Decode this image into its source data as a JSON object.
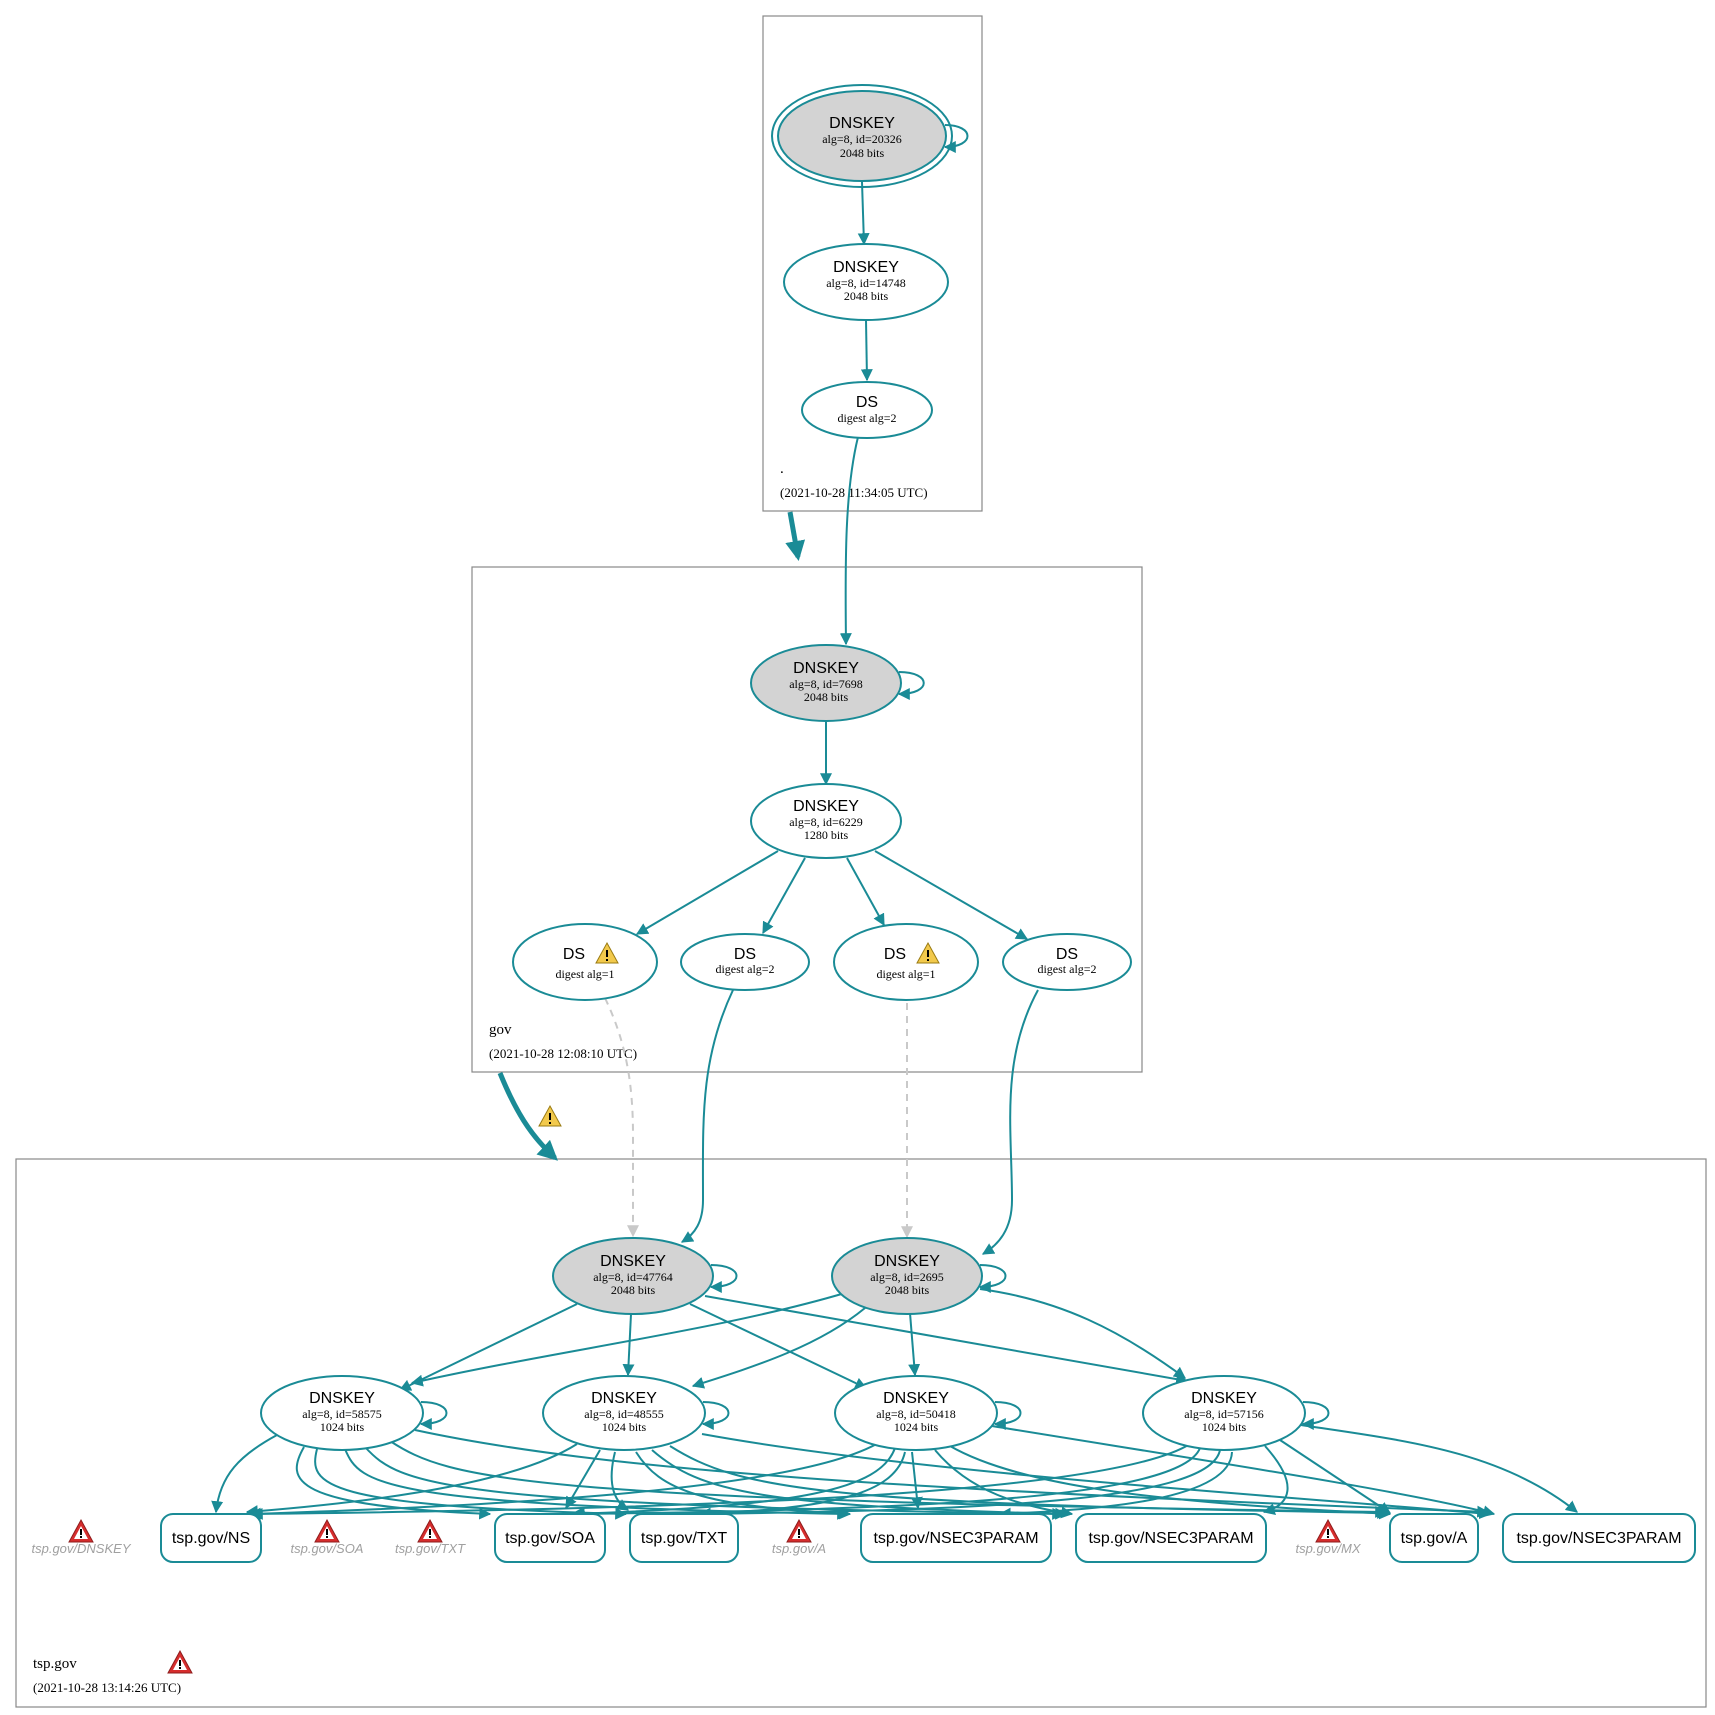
{
  "colors": {
    "edge": "#1a8b96",
    "ksk_fill": "#d3d3d3",
    "node_fill": "#ffffff",
    "insecure_edge": "#c9c9c9",
    "warning": "#f2c94c",
    "error": "#d62d2d"
  },
  "zones": [
    {
      "name": ".",
      "timestamp": "(2021-10-28 11:34:05 UTC)"
    },
    {
      "name": "gov",
      "timestamp": "(2021-10-28 12:08:10 UTC)"
    },
    {
      "name": "tsp.gov",
      "timestamp": "(2021-10-28 13:14:26 UTC)",
      "status_icon": "error-icon"
    }
  ],
  "delegations": [
    {
      "from": ".",
      "to": "gov"
    },
    {
      "from": "gov",
      "to": "tsp.gov",
      "status_icon": "warning-icon"
    }
  ],
  "nodes": [
    {
      "title": "DNSKEY",
      "lines": [
        "alg=8, id=20326",
        "2048 bits"
      ],
      "sep": true,
      "trust_anchor": true,
      "self_signed": true
    },
    {
      "title": "DNSKEY",
      "lines": [
        "alg=8, id=14748",
        "2048 bits"
      ]
    },
    {
      "title": "DS",
      "lines": [
        "digest alg=2"
      ]
    },
    {
      "title": "DNSKEY",
      "lines": [
        "alg=8, id=7698",
        "2048 bits"
      ],
      "sep": true,
      "self_signed": true
    },
    {
      "title": "DNSKEY",
      "lines": [
        "alg=8, id=6229",
        "1280 bits"
      ]
    },
    {
      "title": "DS",
      "lines": [
        "digest alg=1"
      ],
      "status_icon": "warning-icon"
    },
    {
      "title": "DS",
      "lines": [
        "digest alg=2"
      ]
    },
    {
      "title": "DS",
      "lines": [
        "digest alg=1"
      ],
      "status_icon": "warning-icon"
    },
    {
      "title": "DS",
      "lines": [
        "digest alg=2"
      ]
    },
    {
      "title": "DNSKEY",
      "lines": [
        "alg=8, id=47764",
        "2048 bits"
      ],
      "sep": true,
      "self_signed": true
    },
    {
      "title": "DNSKEY",
      "lines": [
        "alg=8, id=2695",
        "2048 bits"
      ],
      "sep": true,
      "self_signed": true
    },
    {
      "title": "DNSKEY",
      "lines": [
        "alg=8, id=58575",
        "1024 bits"
      ],
      "self_signed": true
    },
    {
      "title": "DNSKEY",
      "lines": [
        "alg=8, id=48555",
        "1024 bits"
      ],
      "self_signed": true
    },
    {
      "title": "DNSKEY",
      "lines": [
        "alg=8, id=50418",
        "1024 bits"
      ],
      "self_signed": true
    },
    {
      "title": "DNSKEY",
      "lines": [
        "alg=8, id=57156",
        "1024 bits"
      ],
      "self_signed": true
    }
  ],
  "rrsets": [
    "tsp.gov/NS",
    "tsp.gov/SOA",
    "tsp.gov/TXT",
    "tsp.gov/NSEC3PARAM",
    "tsp.gov/NSEC3PARAM",
    "tsp.gov/A",
    "tsp.gov/NSEC3PARAM"
  ],
  "errored_rrsets": [
    {
      "label": "tsp.gov/DNSKEY",
      "status_icon": "error-icon"
    },
    {
      "label": "tsp.gov/SOA",
      "status_icon": "error-icon"
    },
    {
      "label": "tsp.gov/TXT",
      "status_icon": "error-icon"
    },
    {
      "label": "tsp.gov/A",
      "status_icon": "error-icon"
    },
    {
      "label": "tsp.gov/MX",
      "status_icon": "error-icon"
    }
  ]
}
